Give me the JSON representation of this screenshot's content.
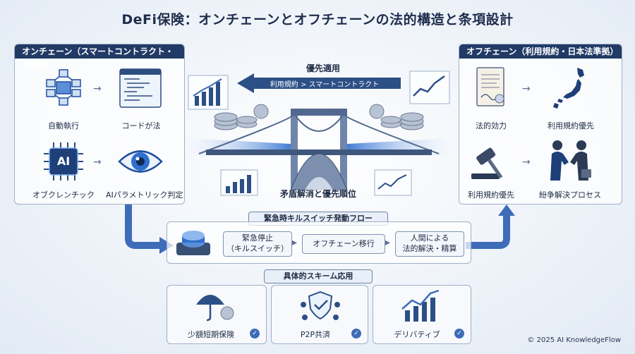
{
  "title": "DeFi保険：オンチェーンとオフチェーンの法的構造と条項設計",
  "onchain": {
    "header": "オンチェーン（スマートコントラクト・AI査定）",
    "items": [
      "自動執行",
      "コードが法",
      "オブクレンチック",
      "AIパラメトリック判定"
    ]
  },
  "offchain": {
    "header": "オフチェーン（利用規約・日本法準拠）",
    "items": [
      "法的効力",
      "利用規約優先",
      "利用規約優先",
      "紛争解決プロセス"
    ]
  },
  "priority": {
    "label": "優先適用",
    "arrow_text": "利用規約 > スマートコントラクト"
  },
  "bridge_label": "矛盾解消と優先順位",
  "chip_text": "AI",
  "killswitch": {
    "header": "緊急時キルスイッチ発動フロー",
    "steps": [
      "緊急停止\n（キルスイッチ）",
      "オフチェーン移行",
      "人間による\n法的解決・精算"
    ]
  },
  "schemes": {
    "header": "具体的スキーム応用",
    "items": [
      "少額短期保険",
      "P2P共済",
      "デリバティブ"
    ]
  },
  "copyright": "© 2025 AI KnowledgeFlow",
  "colors": {
    "navy": "#213a66",
    "accent": "#3e6cb8",
    "panel_border": "#9fb0c8"
  }
}
